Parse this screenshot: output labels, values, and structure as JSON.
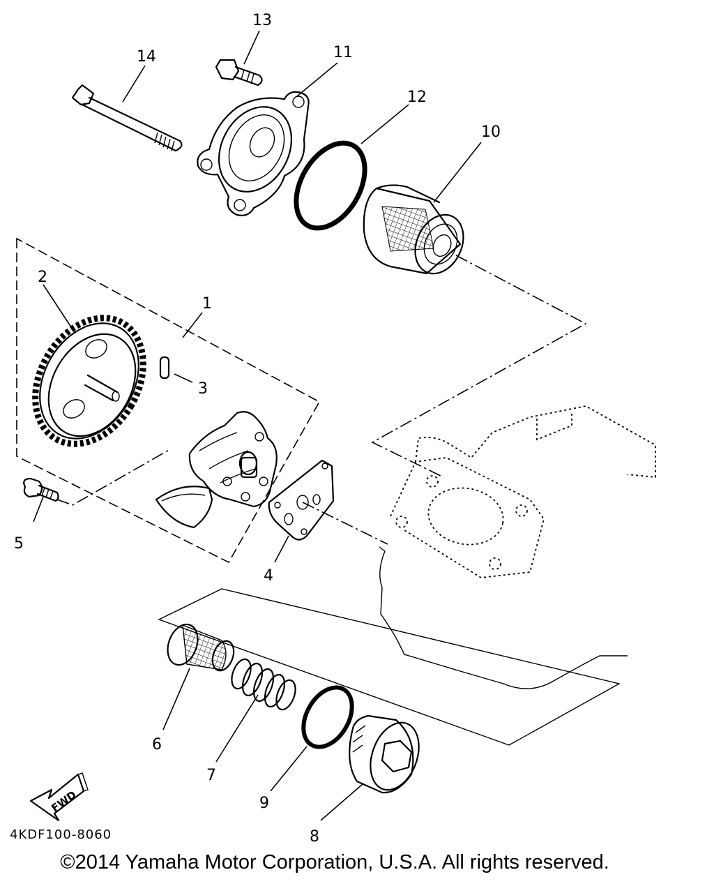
{
  "callouts": [
    "1",
    "2",
    "3",
    "4",
    "5",
    "6",
    "7",
    "8",
    "9",
    "10",
    "11",
    "12",
    "13",
    "14"
  ],
  "fwd_label": "FWD",
  "drawing_code": "4KDF100-8060",
  "copyright": "©2014 Yamaha Motor Corporation, U.S.A. All rights reserved."
}
